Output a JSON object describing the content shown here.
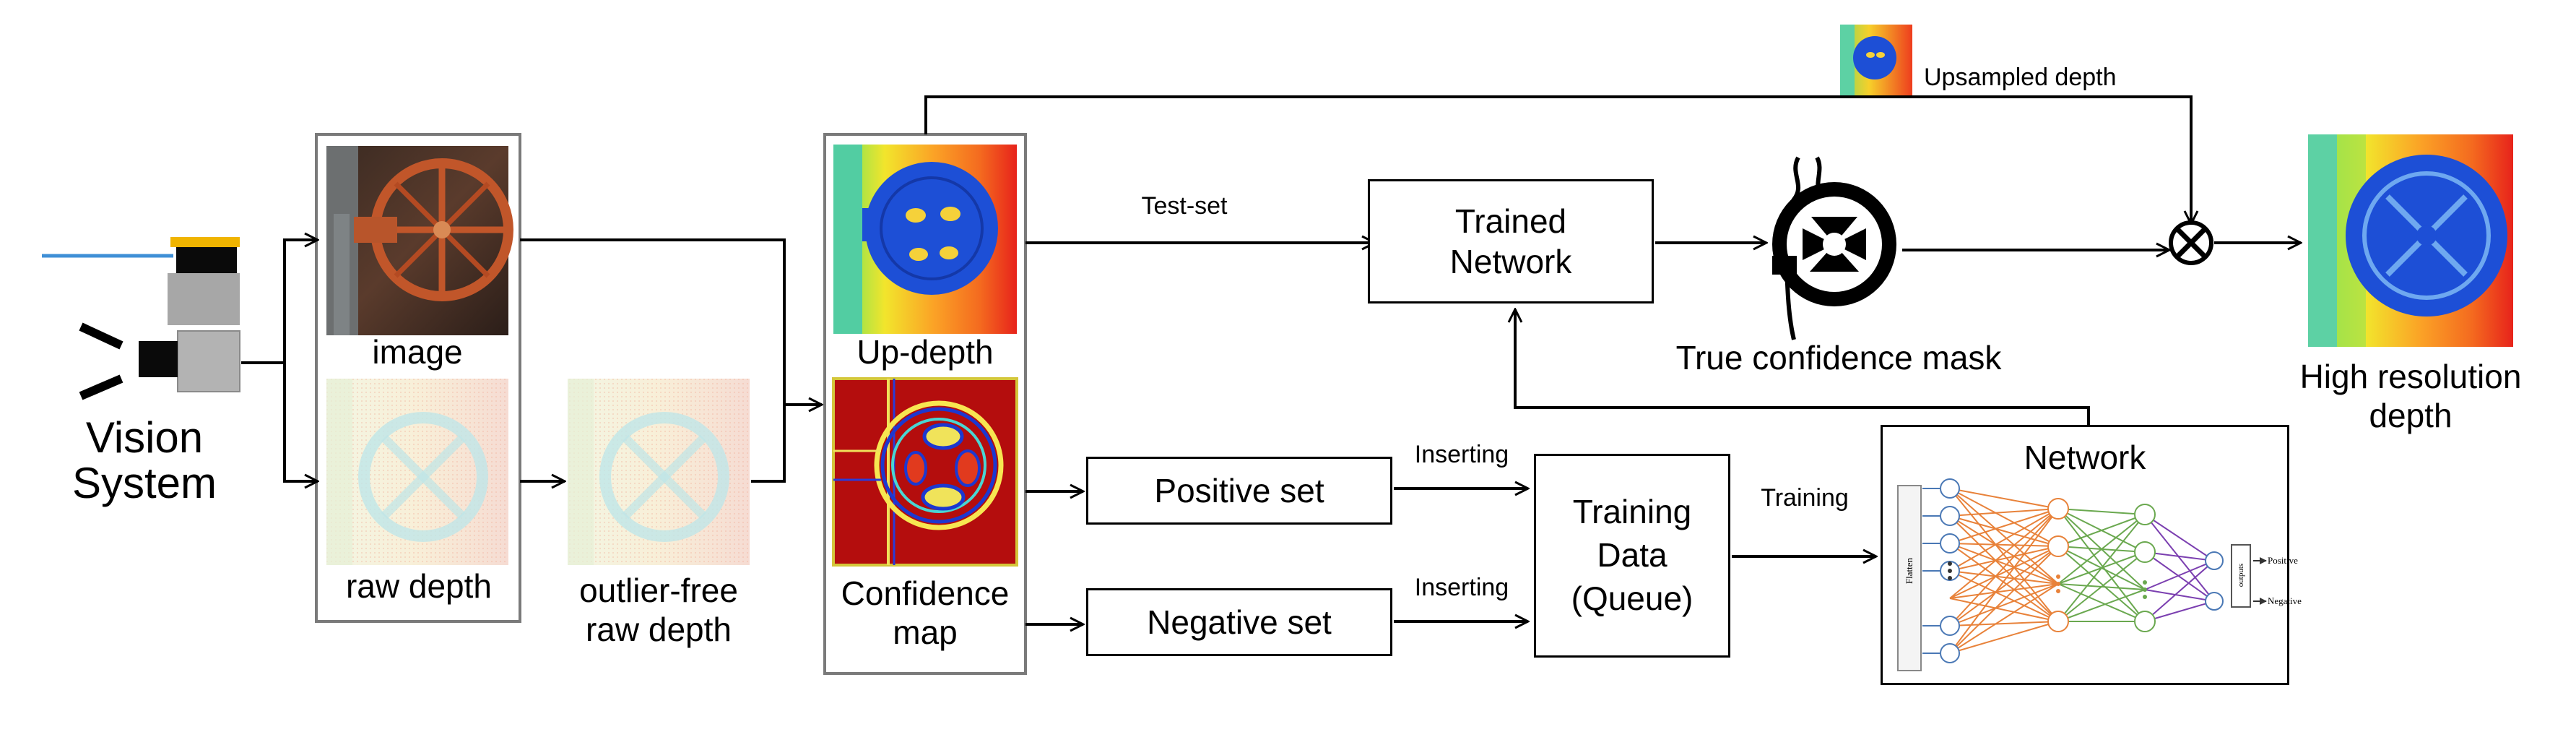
{
  "labels": {
    "vision_system": "Vision System",
    "image": "image",
    "raw_depth": "raw depth",
    "outlier_free_raw_depth": "outlier-free raw depth",
    "up_depth": "Up-depth",
    "confidence_map": "Confidence map",
    "test_set": "Test-set",
    "trained_network": "Trained Network",
    "true_confidence_mask": "True confidence mask",
    "upsampled_depth": "Upsampled depth",
    "high_resolution_depth": "High resolution depth",
    "positive_set": "Positive set",
    "negative_set": "Negative set",
    "inserting_positive": "Inserting",
    "inserting_negative": "Inserting",
    "training_data": "Training Data (Queue)",
    "training": "Training",
    "network": "Network"
  },
  "network_inset": {
    "flatten": "Flatten",
    "outputs_box": "outputs",
    "positive": "Positive",
    "negative": "Negative"
  },
  "colors": {
    "arrow": "#000000",
    "frame_gray": "#7a7a7a",
    "edge_orange": "#e8823a",
    "edge_green": "#6aa84f",
    "edge_purple": "#7b3fb0",
    "node_blue": "#4a78b5"
  }
}
